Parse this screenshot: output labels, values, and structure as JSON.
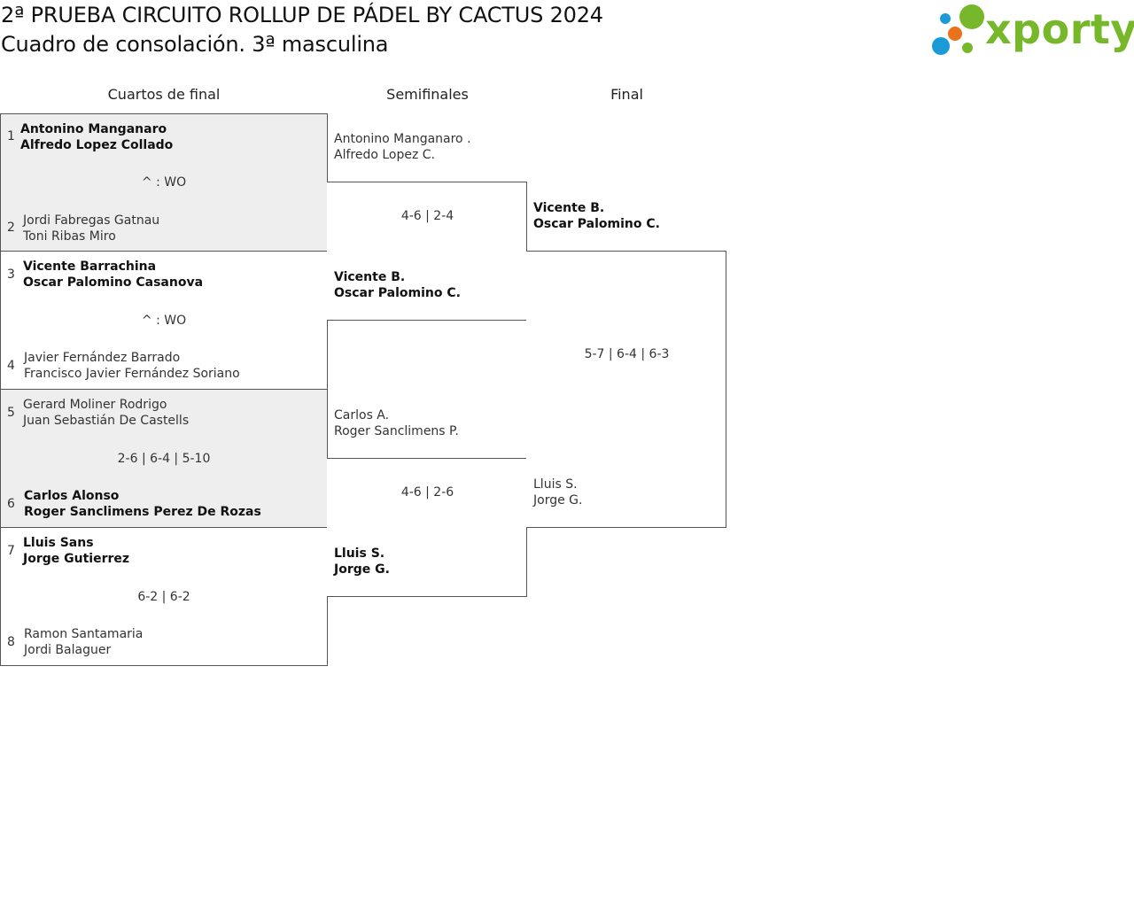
{
  "header": {
    "title": "2ª PRUEBA CIRCUITO ROLLUP DE PÁDEL BY CACTUS 2024",
    "subtitle": "Cuadro de consolación. 3ª masculina"
  },
  "logo": {
    "text": "xporty",
    "colors": {
      "green": "#77b82a",
      "blue": "#1a9ad6",
      "orange": "#e8731b"
    }
  },
  "rounds": {
    "quarterfinals": "Cuartos de final",
    "semifinals": "Semifinales",
    "final": "Final"
  },
  "quarterfinals": [
    {
      "seed_a": "1",
      "team_a": [
        "Antonino Manganaro",
        "Alfredo Lopez Collado"
      ],
      "winner": "a",
      "score": "^ : WO",
      "seed_b": "2",
      "team_b": [
        "Jordi Fabregas Gatnau",
        "Toni Ribas Miro"
      ]
    },
    {
      "seed_a": "3",
      "team_a": [
        "Vicente Barrachina",
        "Oscar Palomino Casanova"
      ],
      "winner": "a",
      "score": "^ : WO",
      "seed_b": "4",
      "team_b": [
        "Javier Fernández Barrado",
        "Francisco Javier Fernández Soriano"
      ]
    },
    {
      "seed_a": "5",
      "team_a": [
        "Gerard Moliner Rodrigo",
        "Juan Sebastián De Castells"
      ],
      "winner": "b",
      "score": "2-6 | 6-4 | 5-10",
      "seed_b": "6",
      "team_b": [
        "Carlos Alonso",
        "Roger Sanclimens Perez De Rozas"
      ]
    },
    {
      "seed_a": "7",
      "team_a": [
        "Lluis Sans",
        "Jorge Gutierrez"
      ],
      "winner": "a",
      "score": "6-2 | 6-2",
      "seed_b": "8",
      "team_b": [
        "Ramon Santamaria",
        "Jordi Balaguer"
      ]
    }
  ],
  "semifinals": [
    {
      "team_a": [
        "Antonino Manganaro .",
        "Alfredo Lopez C."
      ],
      "score": "4-6 | 2-4",
      "team_b": [
        "Vicente B.",
        "Oscar Palomino C."
      ],
      "winner": "b"
    },
    {
      "team_a": [
        "Carlos A.",
        "Roger Sanclimens P."
      ],
      "score": "4-6 | 2-6",
      "team_b": [
        "Lluis S.",
        "Jorge G."
      ],
      "winner": "b"
    }
  ],
  "final": {
    "team_a": [
      "Vicente B.",
      "Oscar Palomino C."
    ],
    "score": "5-7 | 6-4 | 6-3",
    "team_b": [
      "Lluis S.",
      "Jorge G."
    ],
    "winner": "a"
  }
}
